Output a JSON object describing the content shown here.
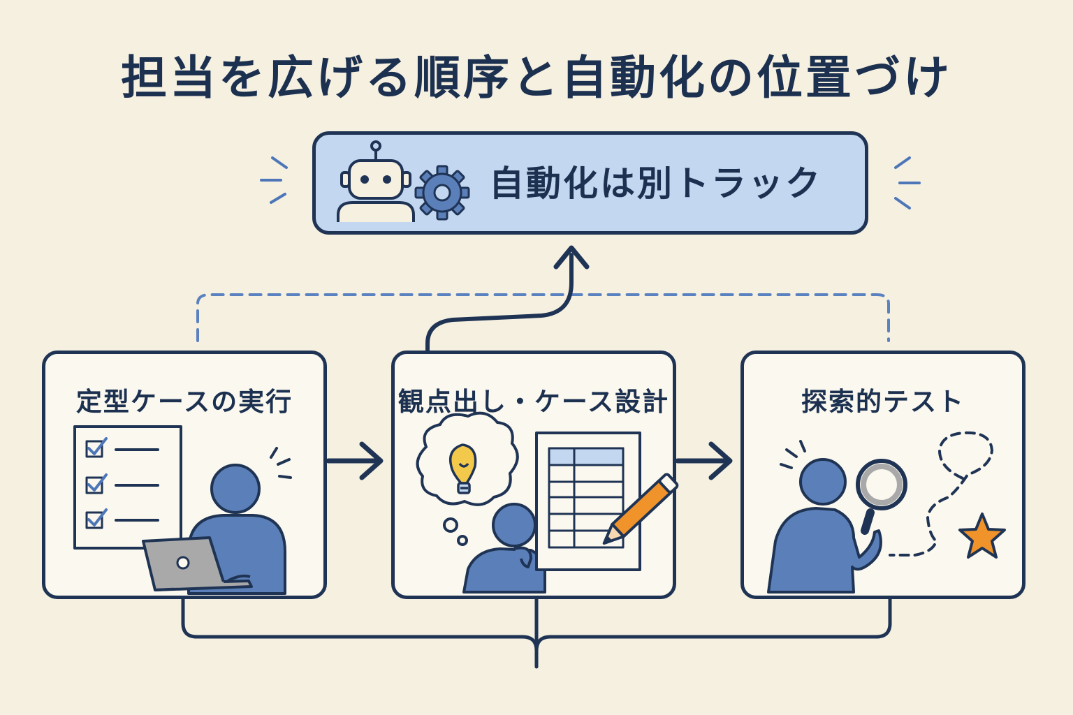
{
  "title": "担当を広げる順序と自動化の位置づけ",
  "automation": {
    "label": "自動化は別トラック"
  },
  "steps": [
    {
      "label": "定型ケースの実行"
    },
    {
      "label": "観点出し・ケース設計"
    },
    {
      "label": "探索的テスト"
    }
  ],
  "colors": {
    "ink": "#1f3454",
    "figure": "#5b7fb8",
    "highlight": "#c4d7f0",
    "dashed": "#5b82c0",
    "star": "#f0932b",
    "bulb": "#f3c94b",
    "laptop": "#a9a9a9",
    "background": "#f6f0e1"
  },
  "icons": [
    "robot-icon",
    "gear-icon",
    "checklist-icon",
    "person-icon",
    "laptop-icon",
    "lightbulb-icon",
    "thought-bubble-icon",
    "table-sheet-icon",
    "pencil-icon",
    "magnifier-icon",
    "star-icon",
    "arrow-right-icon",
    "arrow-up-icon"
  ]
}
